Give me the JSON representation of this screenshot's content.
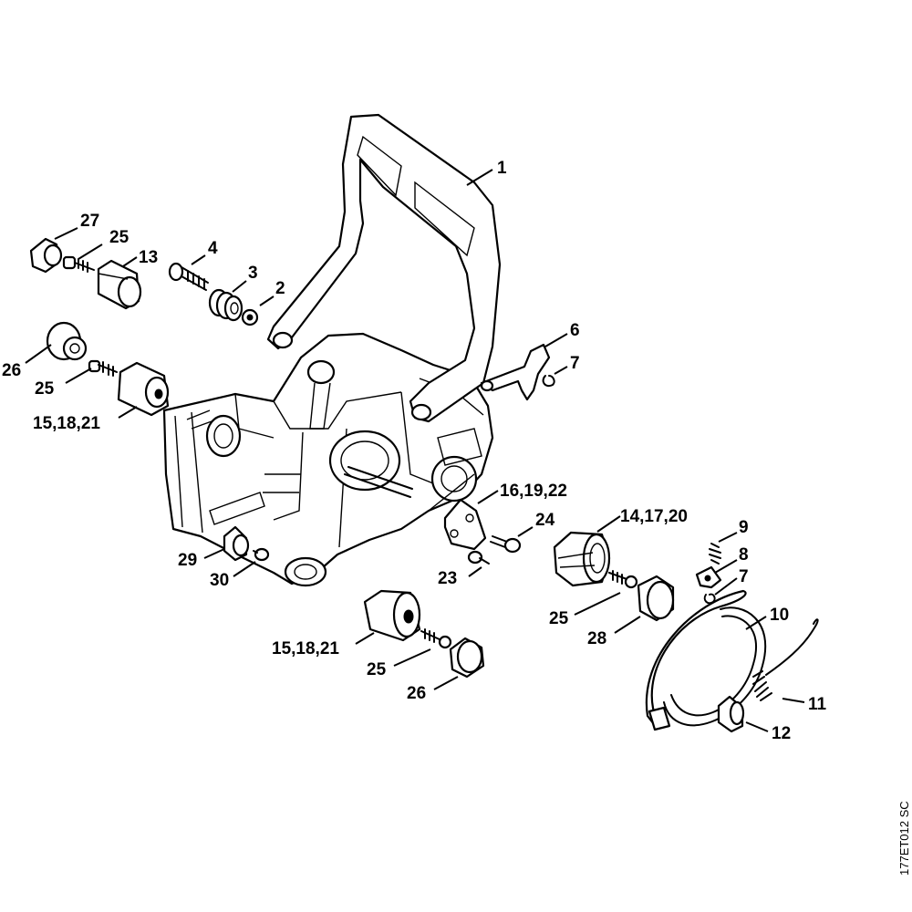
{
  "diagram": {
    "reference_code": "177ET012 SC",
    "callouts": {
      "c1": "1",
      "c2": "2",
      "c3": "3",
      "c4": "4",
      "c6": "6",
      "c7a": "7",
      "c7b": "7",
      "c8": "8",
      "c9": "9",
      "c10": "10",
      "c11": "11",
      "c12": "12",
      "c13": "13",
      "c14_17_20": "14,17,20",
      "c15_18_21a": "15,18,21",
      "c15_18_21b": "15,18,21",
      "c16_19_22": "16,19,22",
      "c23": "23",
      "c24": "24",
      "c25a": "25",
      "c25b": "25",
      "c25c": "25",
      "c25d": "25",
      "c26a": "26",
      "c26b": "26",
      "c27": "27",
      "c28": "28",
      "c29": "29",
      "c30": "30"
    }
  }
}
